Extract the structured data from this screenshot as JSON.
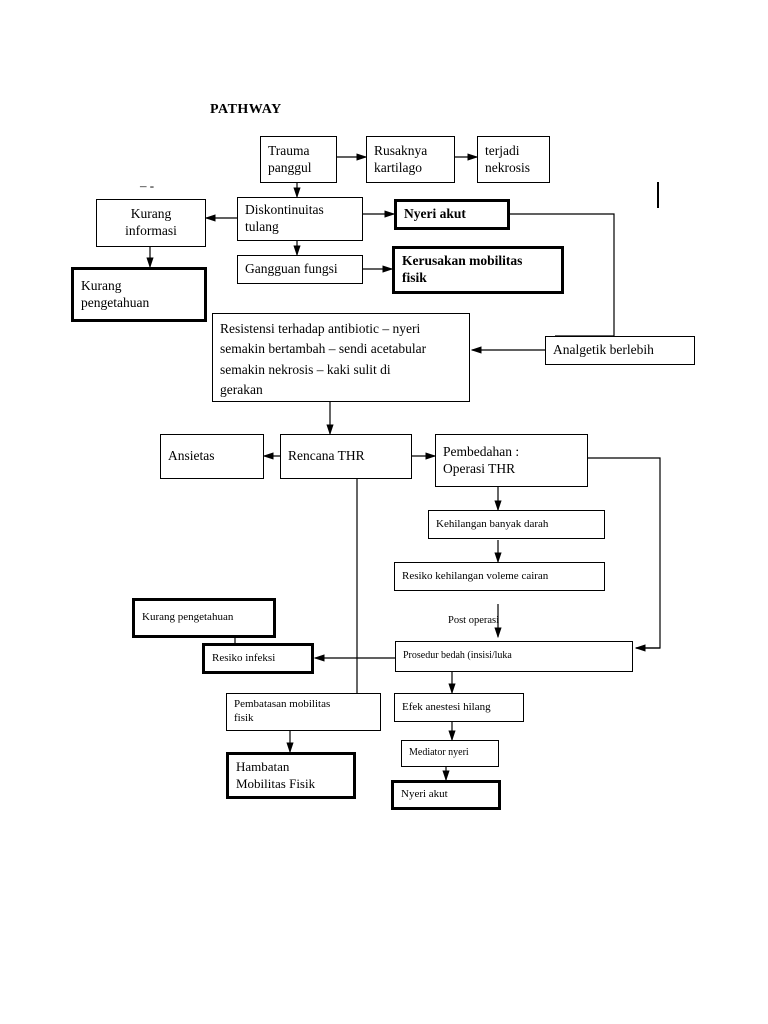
{
  "document": {
    "title": "PATHWAY"
  },
  "nodes": [
    {
      "id": "trauma-panggul",
      "label": "Trauma\npanggul"
    },
    {
      "id": "rusaknya-kartilago",
      "label": "Rusaknya\nkartilago"
    },
    {
      "id": "terjadi-nekrosis",
      "label": "terjadi\nnekrosis"
    },
    {
      "id": "kurang-informasi",
      "label": "Kurang\ninformasi"
    },
    {
      "id": "diskontinuitas-tulang",
      "label": "Diskontinuitas\ntulang"
    },
    {
      "id": "nyeri-akut-1",
      "label": "Nyeri akut"
    },
    {
      "id": "kurang-pengetahuan-1",
      "label": "Kurang\npengetahuan"
    },
    {
      "id": "gangguan-fungsi",
      "label": "Gangguan fungsi"
    },
    {
      "id": "kerusakan-mobilitas-fisik",
      "label": "Kerusakan mobilitas\nfisik"
    },
    {
      "id": "resistensi",
      "label": "Resistensi terhadap antibiotic – nyeri\nsemakin bertambah – sendi acetabular\nsemakin nekrosis – kaki sulit di\ngerakan"
    },
    {
      "id": "analgetik-berlebih",
      "label": "Analgetik berlebih"
    },
    {
      "id": "ansietas",
      "label": "Ansietas"
    },
    {
      "id": "rencana-thr",
      "label": "Rencana THR"
    },
    {
      "id": "pembedahan",
      "label": "Pembedahan :\nOperasi THR"
    },
    {
      "id": "kehilangan-banyak-darah",
      "label": "Kehilangan banyak darah"
    },
    {
      "id": "resiko-kehilangan-volume-cairan",
      "label": "Resiko kehilangan voleme cairan"
    },
    {
      "id": "kurang-pengetahuan-2",
      "label": "Kurang pengetahuan"
    },
    {
      "id": "resiko-infeksi",
      "label": "Resiko infeksi"
    },
    {
      "id": "prosedur-bedah",
      "label": "Prosedur bedah (insisi/luka"
    },
    {
      "id": "pembatasan-mobilitas-fisik",
      "label": "Pembatasan mobilitas\nfisik"
    },
    {
      "id": "efek-anestesi-hilang",
      "label": "Efek anestesi hilang"
    },
    {
      "id": "hambatan-mobilitas-fisik",
      "label": "Hambatan\nMobilitas Fisik"
    },
    {
      "id": "mediator-nyeri",
      "label": "Mediator nyeri"
    },
    {
      "id": "nyeri-akut-2",
      "label": "Nyeri akut"
    }
  ],
  "annotations": [
    {
      "id": "post-operasi",
      "label": "Post operasi"
    },
    {
      "id": "dashes-top-left",
      "label": "– -"
    }
  ],
  "colors": {
    "stroke": "#000000",
    "background": "#ffffff"
  }
}
